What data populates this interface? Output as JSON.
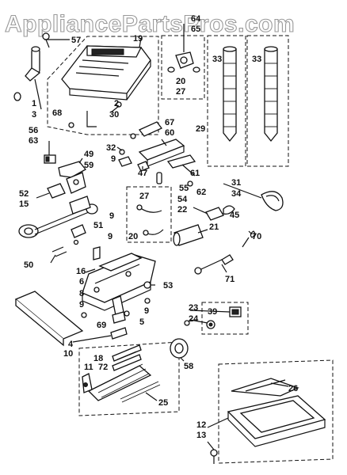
{
  "watermark": "AppliancePartsPros.com",
  "callouts": [
    {
      "id": "c64",
      "text": "64"
    },
    {
      "id": "c65",
      "text": "65"
    },
    {
      "id": "c57",
      "text": "57"
    },
    {
      "id": "c19",
      "text": "19"
    },
    {
      "id": "c33a",
      "text": "33"
    },
    {
      "id": "c33b",
      "text": "33"
    },
    {
      "id": "c1",
      "text": "1"
    },
    {
      "id": "c3",
      "text": "3"
    },
    {
      "id": "c20a",
      "text": "20"
    },
    {
      "id": "c27a",
      "text": "27"
    },
    {
      "id": "c68",
      "text": "68"
    },
    {
      "id": "c2",
      "text": "2"
    },
    {
      "id": "c30",
      "text": "30"
    },
    {
      "id": "c56",
      "text": "56"
    },
    {
      "id": "c63",
      "text": "63"
    },
    {
      "id": "c67",
      "text": "67"
    },
    {
      "id": "c60",
      "text": "60"
    },
    {
      "id": "c29",
      "text": "29"
    },
    {
      "id": "c32",
      "text": "32"
    },
    {
      "id": "c49",
      "text": "49"
    },
    {
      "id": "c59",
      "text": "59"
    },
    {
      "id": "c9a",
      "text": "9"
    },
    {
      "id": "c47",
      "text": "47"
    },
    {
      "id": "c61",
      "text": "61"
    },
    {
      "id": "c55",
      "text": "55"
    },
    {
      "id": "c62",
      "text": "62"
    },
    {
      "id": "c31",
      "text": "31"
    },
    {
      "id": "c34",
      "text": "34"
    },
    {
      "id": "c52",
      "text": "52"
    },
    {
      "id": "c15",
      "text": "15"
    },
    {
      "id": "c27b",
      "text": "27"
    },
    {
      "id": "c54",
      "text": "54"
    },
    {
      "id": "c22",
      "text": "22"
    },
    {
      "id": "c45",
      "text": "45"
    },
    {
      "id": "c9b",
      "text": "9"
    },
    {
      "id": "c21",
      "text": "21"
    },
    {
      "id": "c51",
      "text": "51"
    },
    {
      "id": "c9c",
      "text": "9"
    },
    {
      "id": "c20b",
      "text": "20"
    },
    {
      "id": "c70",
      "text": "70"
    },
    {
      "id": "c50",
      "text": "50"
    },
    {
      "id": "c71",
      "text": "71"
    },
    {
      "id": "c16",
      "text": "16"
    },
    {
      "id": "c6",
      "text": "6"
    },
    {
      "id": "c53",
      "text": "53"
    },
    {
      "id": "c8",
      "text": "8"
    },
    {
      "id": "c9d",
      "text": "9"
    },
    {
      "id": "c23",
      "text": "23"
    },
    {
      "id": "c39",
      "text": "39"
    },
    {
      "id": "c9e",
      "text": "9"
    },
    {
      "id": "c24",
      "text": "24"
    },
    {
      "id": "c69",
      "text": "69"
    },
    {
      "id": "c5",
      "text": "5"
    },
    {
      "id": "c4",
      "text": "4"
    },
    {
      "id": "c10",
      "text": "10"
    },
    {
      "id": "c58",
      "text": "58"
    },
    {
      "id": "c18",
      "text": "18"
    },
    {
      "id": "c11",
      "text": "11"
    },
    {
      "id": "c72",
      "text": "72"
    },
    {
      "id": "c26",
      "text": "26"
    },
    {
      "id": "c25",
      "text": "25"
    },
    {
      "id": "c12",
      "text": "12"
    },
    {
      "id": "c13",
      "text": "13"
    }
  ]
}
